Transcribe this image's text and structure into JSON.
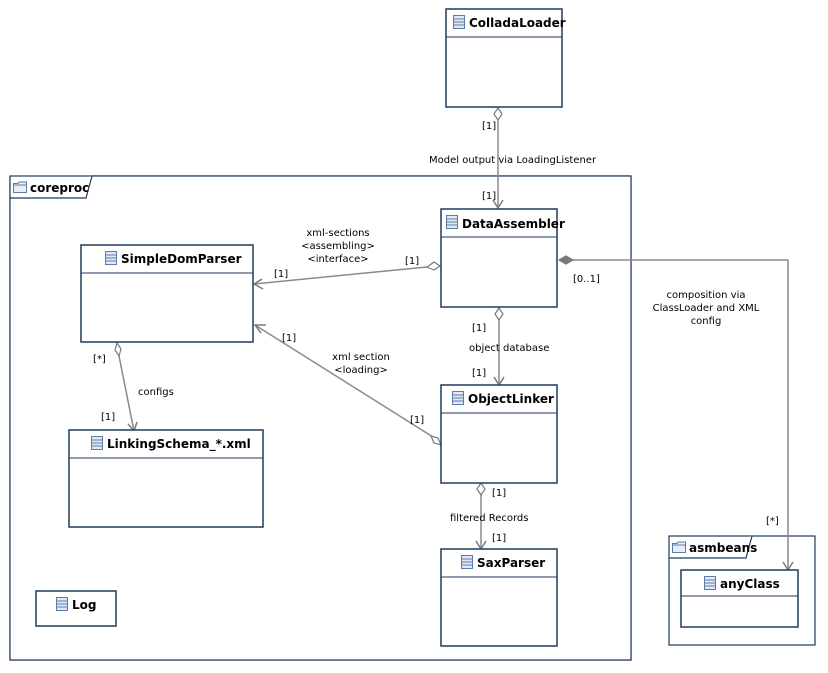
{
  "packages": {
    "coreproc": "coreproc",
    "asmbeans": "asmbeans"
  },
  "classes": {
    "ColladaLoader": "ColladaLoader",
    "DataAssembler": "DataAssembler",
    "SimpleDomParser": "SimpleDomParser",
    "ObjectLinker": "ObjectLinker",
    "LinkingSchema": "LinkingSchema_*.xml",
    "SaxParser": "SaxParser",
    "Log": "Log",
    "anyClass": "anyClass"
  },
  "labels": {
    "model_output": "Model output via LoadingListener",
    "xml_sections_1": "xml-sections",
    "xml_sections_2": "<assembling>",
    "xml_sections_3": "<interface>",
    "xml_section_1": "xml section",
    "xml_section_2": "<loading>",
    "configs": "configs",
    "object_database": "object database",
    "filtered_records": "filtered Records",
    "composition_1": "composition via",
    "composition_2": "ClassLoader and XML",
    "composition_3": "config"
  },
  "multiplicities": {
    "collada_source": "[1]",
    "collada_target": "[1]",
    "assembler_to_dom_source": "[1]",
    "assembler_to_dom_target": "[1]",
    "linker_to_dom_source": "[1]",
    "linker_to_dom_target": "[1]",
    "dom_to_schema_source": "[*]",
    "dom_to_schema_target": "[1]",
    "assembler_to_linker_source": "[1]",
    "assembler_to_linker_target": "[1]",
    "linker_to_sax_source": "[1]",
    "linker_to_sax_target": "[1]",
    "assembler_to_any_source": "[0..1]",
    "assembler_to_any_target": "[*]"
  },
  "colors": {
    "frame": "#1f3a5f",
    "edge": "#8a8a8a",
    "icon": "#6e8fb5"
  }
}
